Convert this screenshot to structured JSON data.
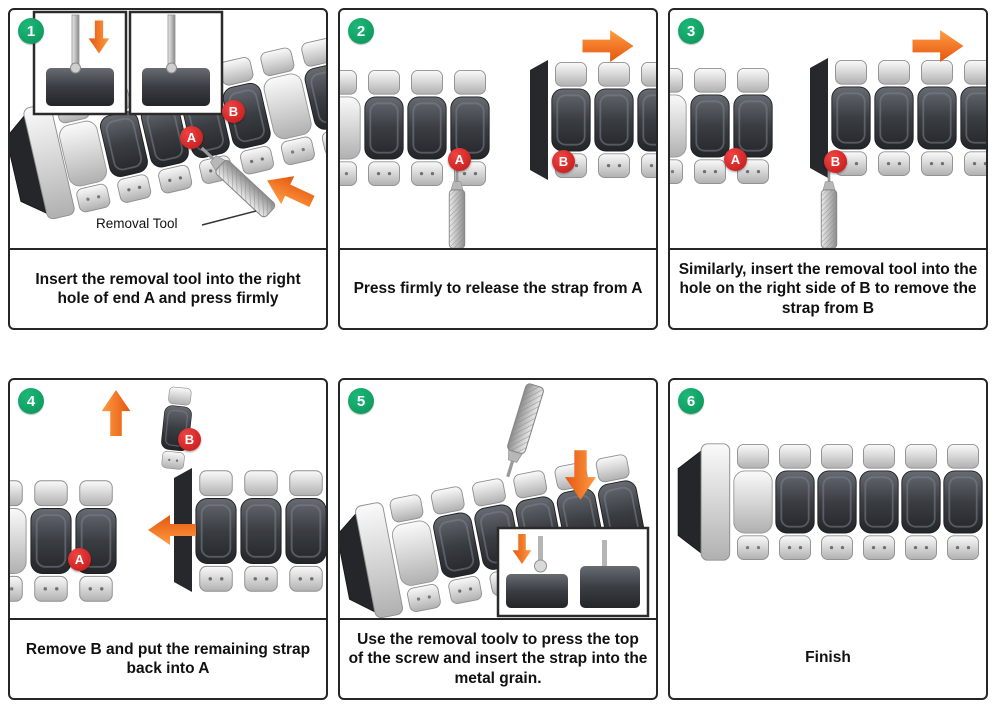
{
  "title": "Watch band link removal instructions",
  "colors": {
    "step_badge_green": "#0f9a61",
    "marker_red": "#d8232a",
    "arrow_orange": "#f06a1e",
    "panel_border": "#262626",
    "link_dark": "#3a3d42",
    "link_silver": "#d6d6d6"
  },
  "panels": [
    {
      "number": "1",
      "caption": "Insert the removal tool into the right hole of end A and press firmly",
      "badge_a": "A",
      "badge_b": "B",
      "tool_label": "Removal Tool"
    },
    {
      "number": "2",
      "caption": "Press firmly to release the strap from A",
      "badge_a": "A",
      "badge_b": "B"
    },
    {
      "number": "3",
      "caption": "Similarly, insert the removal tool into the hole on the right side of B to remove the strap from B",
      "badge_a": "A",
      "badge_b": "B"
    },
    {
      "number": "4",
      "caption": "Remove B and put the remaining strap back into A",
      "badge_a": "A",
      "badge_b": "B"
    },
    {
      "number": "5",
      "caption": "Use the removal toolv to press the top of the screw and insert the strap into the metal grain."
    },
    {
      "number": "6",
      "caption": "Finish"
    }
  ]
}
